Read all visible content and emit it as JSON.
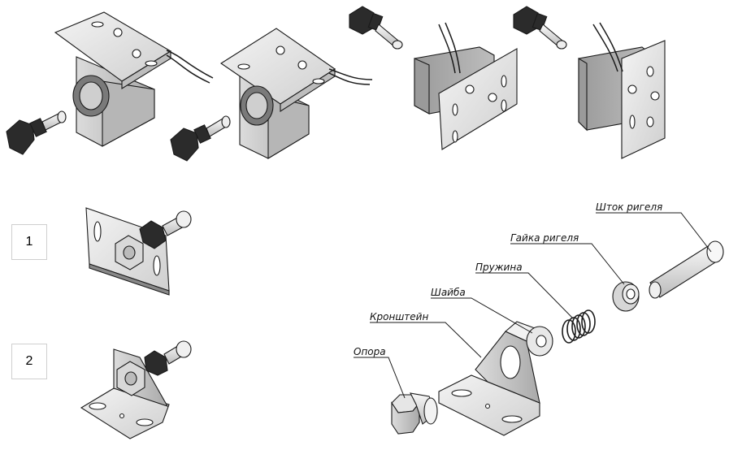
{
  "variant_labels": [
    "1",
    "2"
  ],
  "callouts": {
    "shtok": "Шток ригеля",
    "gaika": "Гайка ригеля",
    "pruzhina": "Пружина",
    "shaiba": "Шайба",
    "kronshtein": "Кронштейн",
    "opora": "Опора"
  },
  "colors": {
    "line": "#1a1a1a",
    "metal_light": "#efefef",
    "metal_mid": "#cfcfcf",
    "metal_dark": "#8a8a8a",
    "black_part": "#2b2b2b"
  }
}
